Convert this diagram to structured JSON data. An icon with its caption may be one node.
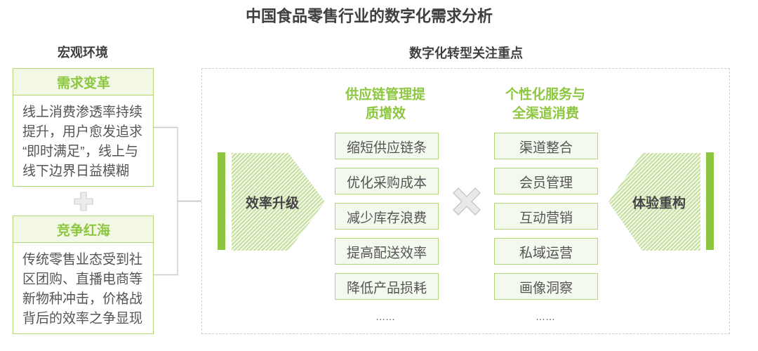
{
  "diagram": {
    "title": "中国食品零售行业的数字化需求分析",
    "nodes": [
      {
        "text": [
          "需求变革",
          "线上消费渗透率持续提升，用户愈发追求“即时满足”，线上与线下边界日益模糊"
        ]
      },
      {
        "text": [
          "竞争红海",
          "传统零售业态受到社区团购、直播电商等新物种冲击，价格战背后的效率之争显现"
        ]
      },
      {
        "text": [
          "数字化转型关注重点"
        ]
      },
      {
        "text": [
          "效率升级"
        ],
        "in": 2
      },
      {
        "text": [
          "缩短供应链条"
        ],
        "in": 2
      },
      {
        "text": [
          "优化采购成本"
        ],
        "in": 2
      },
      {
        "text": [
          "减少库存浪费"
        ],
        "in": 2
      },
      {
        "text": [
          "提高配送效率"
        ],
        "in": 2
      },
      {
        "text": [
          "降低产品损耗"
        ],
        "in": 2
      },
      {
        "text": [
          "渠道整合"
        ],
        "in": 2
      },
      {
        "text": [
          "会员管理"
        ],
        "in": 2
      },
      {
        "text": [
          "互动营销"
        ],
        "in": 2
      },
      {
        "text": [
          "私域运营"
        ],
        "in": 2
      },
      {
        "text": [
          "画像洞察"
        ],
        "in": 2
      },
      {
        "text": [
          "体验重构"
        ],
        "in": 2
      }
    ],
    "edges": [
      {
        "from": 0,
        "to": 2,
        "arrow": "none"
      },
      {
        "from": 1,
        "to": 2,
        "arrow": "none"
      }
    ],
    "labels": [
      "宏观环境",
      "供应链管理提质增效",
      "……",
      "个性化服务与全渠道消费",
      "……"
    ]
  }
}
